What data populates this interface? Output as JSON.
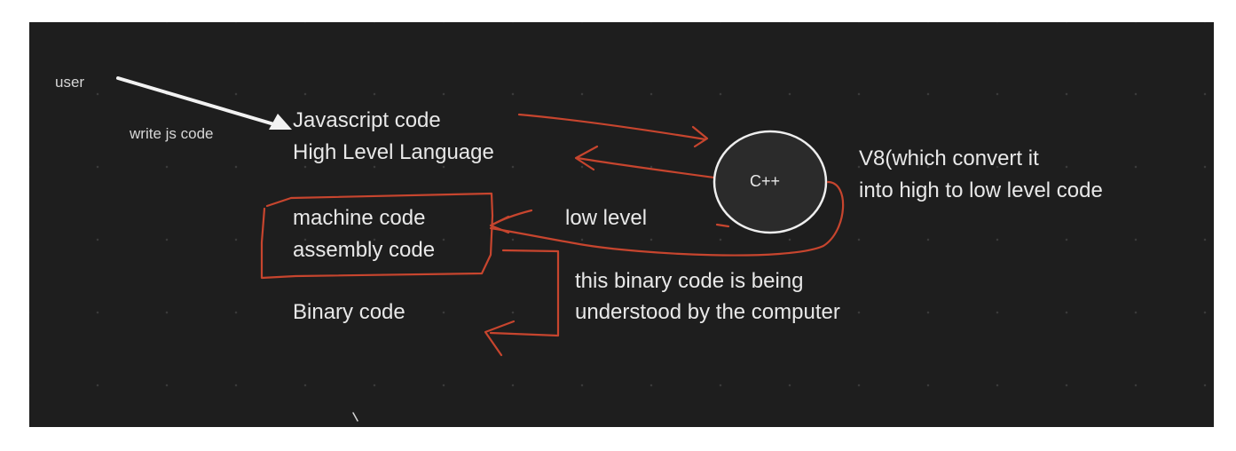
{
  "labels": {
    "user": "user",
    "write_js": "write js code",
    "js_code": "Javascript code",
    "high_level": "High Level Language",
    "cpp": "C++",
    "v8_line1": "V8(which convert it",
    "v8_line2": "into high to low level code",
    "machine_code": "machine code",
    "assembly_code": "assembly code",
    "low_level": "low level",
    "binary_code": "Binary code",
    "binary_note_line1": "this binary code is being",
    "binary_note_line2": "understood by the computer"
  },
  "colors": {
    "canvas": "#1e1e1e",
    "text": "#e8e8e8",
    "pen_red": "#c7452e",
    "arrow_white": "#f2f2f2"
  }
}
